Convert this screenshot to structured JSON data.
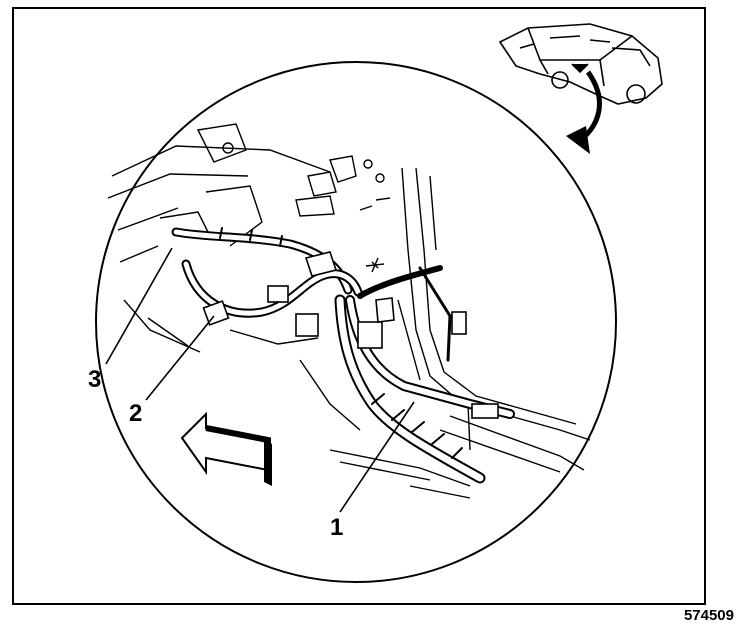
{
  "diagram": {
    "callouts": [
      {
        "id": "1",
        "label": "1"
      },
      {
        "id": "2",
        "label": "2"
      },
      {
        "id": "3",
        "label": "3"
      }
    ],
    "figure_number": "574509",
    "icons": {
      "vehicle_locator": "car-body-locator-icon",
      "direction_arrow": "forward-direction-arrow-icon"
    },
    "colors": {
      "line": "#000000",
      "background": "#ffffff"
    }
  }
}
